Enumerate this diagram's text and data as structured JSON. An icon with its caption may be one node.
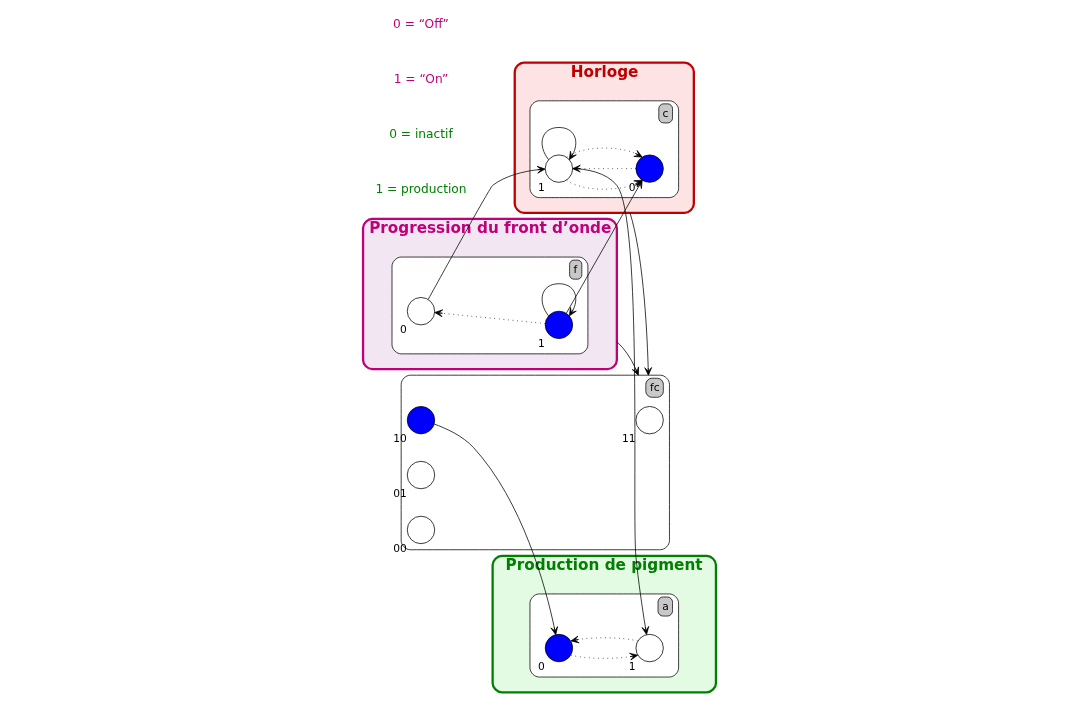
{
  "diagram": {
    "nodes": [
      {
        "text": [
          "Horloge"
        ]
      },
      {
        "text": [
          "c"
        ],
        "in": 0
      },
      {
        "text": [],
        "shape": "circle",
        "in": 1,
        "beside": [
          "1"
        ]
      },
      {
        "text": [],
        "shape": "circle",
        "in": 1,
        "beside": [
          "0"
        ]
      },
      {
        "text": [
          "Production de pigment"
        ]
      },
      {
        "text": [
          "a"
        ],
        "in": 4
      },
      {
        "text": [],
        "shape": "circle",
        "in": 5,
        "beside": [
          "1"
        ]
      },
      {
        "text": [],
        "shape": "circle",
        "in": 5,
        "beside": [
          "0"
        ]
      },
      {
        "text": [
          "fc"
        ]
      },
      {
        "text": [],
        "shape": "circle",
        "in": 8,
        "beside": [
          "11"
        ]
      },
      {
        "text": [],
        "shape": "circle",
        "in": 8,
        "beside": [
          "10"
        ]
      },
      {
        "text": [],
        "shape": "circle",
        "in": 8,
        "beside": [
          "01"
        ]
      },
      {
        "text": [],
        "shape": "circle",
        "in": 8,
        "beside": [
          "00"
        ]
      },
      {
        "text": [
          "Progression du front d’onde"
        ]
      },
      {
        "text": [
          "f"
        ],
        "in": 13
      },
      {
        "text": [],
        "shape": "circle",
        "in": 14,
        "beside": [
          "1"
        ]
      },
      {
        "text": [],
        "shape": "circle",
        "in": 14,
        "beside": [
          "0"
        ]
      }
    ],
    "edges": [
      {
        "from": 2,
        "to": 2,
        "arrow": "to"
      },
      {
        "from": 3,
        "to": 2,
        "arrow": "to",
        "style": "dashed"
      },
      {
        "from": 2,
        "to": 3,
        "arrow": "to",
        "style": "dashed"
      },
      {
        "from": 2,
        "to": 3,
        "arrow": "to",
        "style": "dashed"
      },
      {
        "from": 2,
        "to": 6,
        "arrow": "to"
      },
      {
        "from": 7,
        "to": 6,
        "arrow": "to",
        "style": "dashed"
      },
      {
        "from": 6,
        "to": 7,
        "arrow": "to",
        "style": "dashed"
      },
      {
        "from": 10,
        "to": 7,
        "arrow": "to"
      },
      {
        "from": 15,
        "to": 15,
        "arrow": "to"
      },
      {
        "from": 15,
        "to": 16,
        "arrow": "to",
        "style": "dashed"
      },
      {
        "from": 16,
        "to": 2,
        "arrow": "to"
      },
      {
        "from": 15,
        "to": 3,
        "arrow": "to"
      },
      {
        "from": 0,
        "to": 8,
        "arrow": "to"
      },
      {
        "from": 13,
        "to": 8,
        "arrow": "to"
      }
    ],
    "labels": [
      "1 = production",
      "0 = inactif",
      "1 = “On”",
      "0 = “Off”"
    ]
  }
}
